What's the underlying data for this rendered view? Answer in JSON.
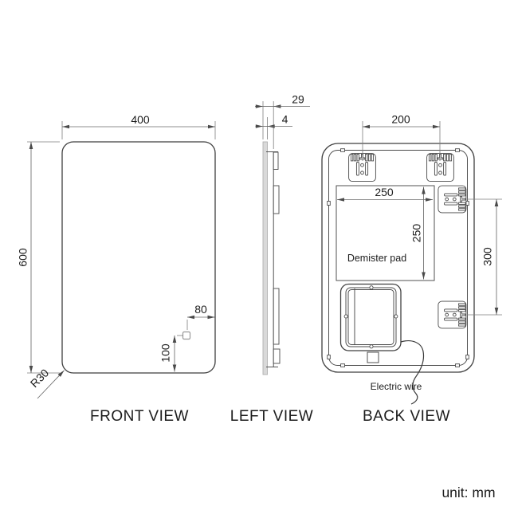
{
  "unit_note": "unit: mm",
  "front_view": {
    "label": "FRONT VIEW",
    "width_dim": "400",
    "height_dim": "600",
    "sensor_right_dim": "80",
    "sensor_bottom_dim": "100",
    "corner_radius_dim": "R30"
  },
  "left_view": {
    "label": "LEFT VIEW",
    "depth_dim": "29",
    "glass_thickness_dim": "4"
  },
  "back_view": {
    "label": "BACK VIEW",
    "hanger_spacing_dim": "200",
    "demister_width_dim": "250",
    "demister_height_dim": "250",
    "side_hanger_spacing_dim": "300",
    "demister_label": "Demister pad",
    "wire_label": "Electric wire"
  }
}
